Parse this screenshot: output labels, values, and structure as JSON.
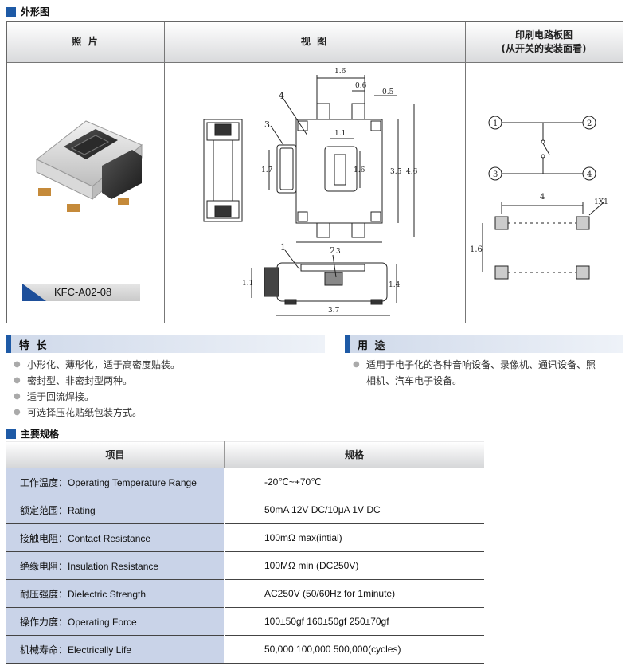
{
  "outline": {
    "section_title": "外形图",
    "columns": [
      "照  片",
      "视  图"
    ],
    "pcb_header": [
      "印刷电路板图",
      "(从开关的安装面看)"
    ],
    "model_label": "KFC-A02-08",
    "dims": {
      "d16": "1.6",
      "d06": "0.6",
      "d05": "0.5",
      "d11": "1.1",
      "d17": "1.7",
      "d16b": "1.6",
      "d35": "3.5",
      "d46": "4.6",
      "d3": "3",
      "d11b": "1.1",
      "d14": "1.4",
      "d37": "3.7",
      "d4": "4",
      "d16c": "1.6",
      "d1x1": "1X1"
    },
    "callouts": [
      "1",
      "2",
      "3",
      "4"
    ],
    "pins": [
      "1",
      "2",
      "3",
      "4"
    ]
  },
  "features": {
    "title": "特 长",
    "items": [
      "小形化、薄形化，适于高密度贴装。",
      "密封型、非密封型两种。",
      "适于回流焊接。",
      "可选择压花贴纸包装方式。"
    ]
  },
  "usage": {
    "title": "用 途",
    "lines": [
      "适用于电子化的各种音响设备、录像机、通讯设备、照",
      "相机、汽车电子设备。"
    ]
  },
  "specs": {
    "section_title": "主要规格",
    "header_item": "项目",
    "header_spec": "规格",
    "rows": [
      {
        "k": "工作温度：Operating Temperature Range",
        "v": "-20℃~+70℃"
      },
      {
        "k": "额定范围：Rating",
        "v": "50mA 12V DC/10μA 1V DC"
      },
      {
        "k": "接触电阻：Contact Resistance",
        "v": "100mΩ max(intial)"
      },
      {
        "k": "绝缘电阻：Insulation Resistance",
        "v": "100MΩ min (DC250V)"
      },
      {
        "k": "耐压强度：Dielectric Strength",
        "v": "AC250V  (50/60Hz for 1minute)"
      },
      {
        "k": "操作力度：Operating Force",
        "v": "100±50gf   160±50gf   250±70gf"
      },
      {
        "k": "机械寿命：Electrically Life",
        "v": "50,000   100,000   500,000(cycles)"
      }
    ]
  }
}
